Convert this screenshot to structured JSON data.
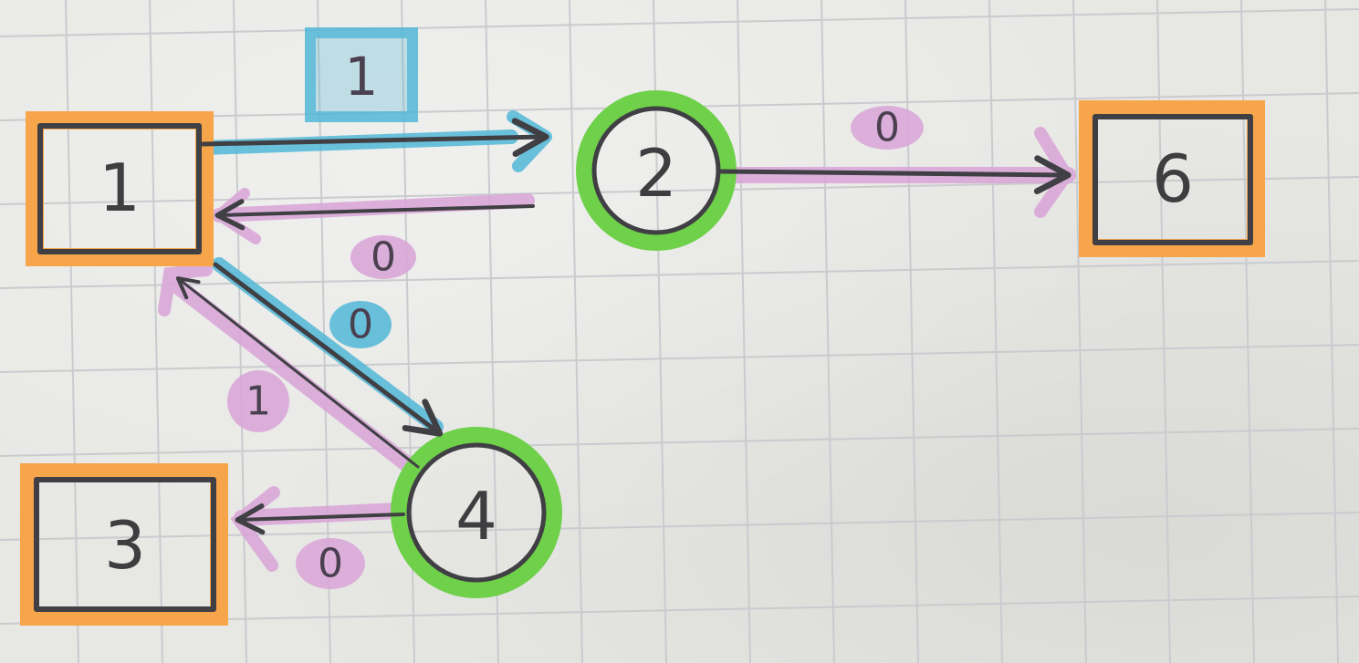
{
  "colors": {
    "paper": "#e7e7e4",
    "grid": "#c9cbcf",
    "pen": "#3f3f44",
    "state_box_highlight": "#f7a54a",
    "state_circle_highlight": "#6fd04a",
    "edge_highlight_blue": "#52b8d8",
    "edge_highlight_pink": "#d9a4d8"
  },
  "nodes": {
    "n1": {
      "label": "1",
      "shape": "square"
    },
    "n2": {
      "label": "2",
      "shape": "circle"
    },
    "n3": {
      "label": "3",
      "shape": "square"
    },
    "n4": {
      "label": "4",
      "shape": "circle"
    },
    "n6": {
      "label": "6",
      "shape": "square"
    }
  },
  "edges": [
    {
      "from": "1",
      "to": "2",
      "label": "1",
      "label_boxed": true,
      "highlight": "blue"
    },
    {
      "from": "2",
      "to": "1",
      "label": "0",
      "highlight": "pink"
    },
    {
      "from": "2",
      "to": "6",
      "label": "0",
      "highlight": "pink"
    },
    {
      "from": "1",
      "to": "4",
      "label": "0",
      "highlight": "blue"
    },
    {
      "from": "4",
      "to": "1",
      "label": "1",
      "highlight": "pink"
    },
    {
      "from": "4",
      "to": "3",
      "label": "0",
      "highlight": "pink"
    }
  ]
}
